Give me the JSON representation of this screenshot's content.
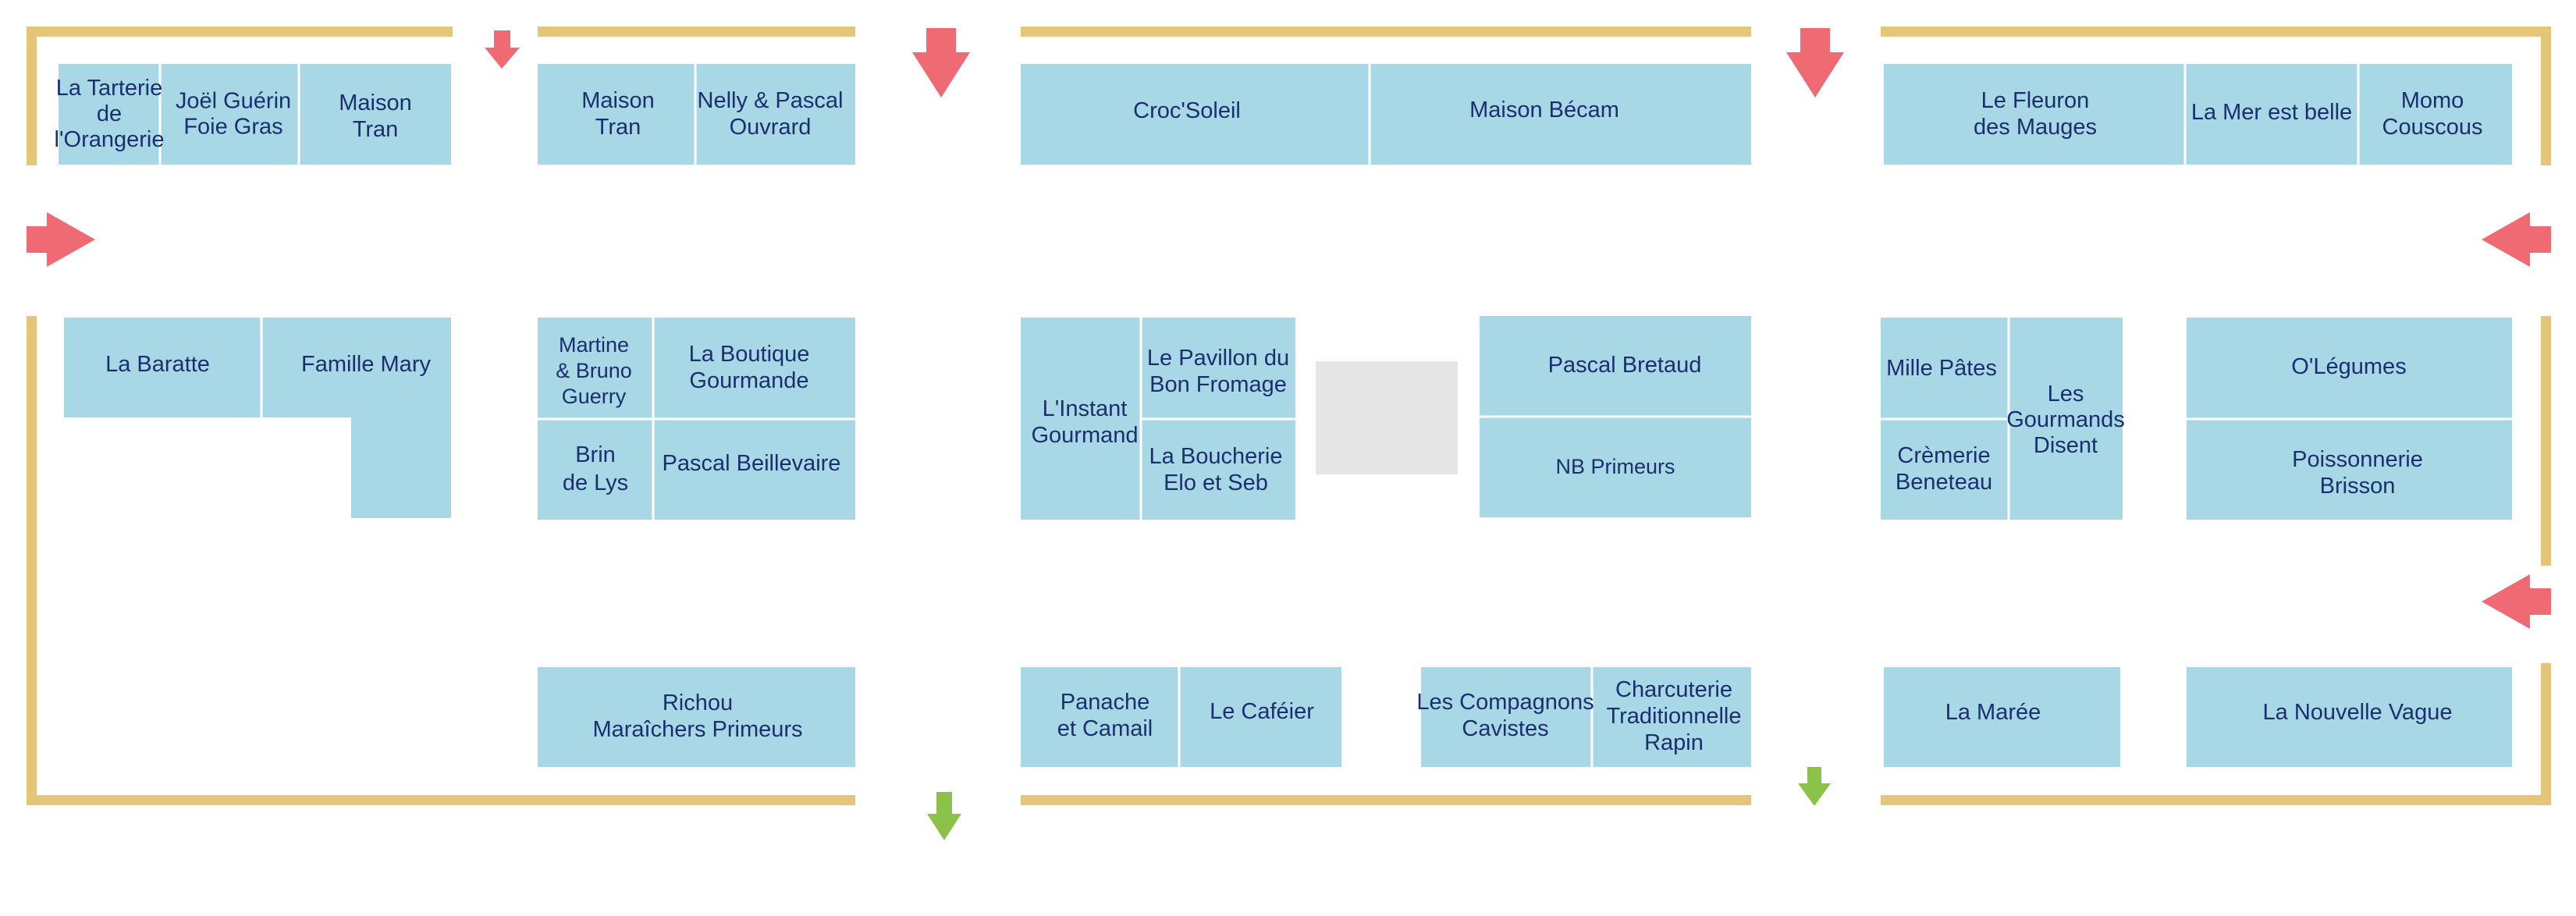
{
  "colors": {
    "stall": "#a8d8e6",
    "wall": "#e3c679",
    "entrance_arrow": "#ef6a72",
    "exit_arrow": "#8bc34a",
    "text": "#1b2f6e",
    "empty_area": "#e6e6e6"
  },
  "stalls": {
    "tarterie": "La Tarterie\nde\nl'Orangerie",
    "joel_guerin": "Joël Guérin\nFoie Gras",
    "maison_tran_1": "Maison\nTran",
    "maison_tran_2": "Maison\nTran",
    "nelly_pascal": "Nelly & Pascal\nOuvrard",
    "croc_soleil": "Croc'Soleil",
    "maison_becam": "Maison Bécam",
    "le_fleuron": "Le Fleuron\ndes Mauges",
    "la_mer": "La Mer est belle",
    "momo": "Momo\nCouscous",
    "la_baratte": "La Baratte",
    "famille_mary": "Famille Mary",
    "martine_bruno": "Martine\n& Bruno\nGuerry",
    "boutique_gourmande": "La Boutique\nGourmande",
    "brin_de_lys": "Brin\nde Lys",
    "pascal_beillevaire": "Pascal Beillevaire",
    "instant_gourmand": "L'Instant\nGourmand",
    "pavillon": "Le Pavillon du\nBon Fromage",
    "boucherie": "La Boucherie\nElo et Seb",
    "pascal_bretaud": "Pascal Bretaud",
    "nb_primeurs": "NB Primeurs",
    "mille_pates": "Mille Pâtes",
    "gourmands_disent": "Les\nGourmands\nDisent",
    "cremerie": "Crèmerie\nBeneteau",
    "olegumes": "O'Légumes",
    "poissonnerie": "Poissonnerie\nBrisson",
    "richou": "Richou\nMaraîchers Primeurs",
    "panache": "Panache\net Camail",
    "cafeier": "Le Caféier",
    "compagnons": "Les Compagnons\nCavistes",
    "charcuterie": "Charcuterie\nTraditionnelle\nRapin",
    "la_maree": "La Marée",
    "nouvelle_vague": "La Nouvelle Vague"
  },
  "arrows": {
    "entrances": [
      "arrow-down",
      "arrow-down",
      "arrow-down",
      "arrow-right",
      "arrow-left",
      "arrow-left"
    ],
    "exits": [
      "arrow-down",
      "arrow-down"
    ]
  }
}
